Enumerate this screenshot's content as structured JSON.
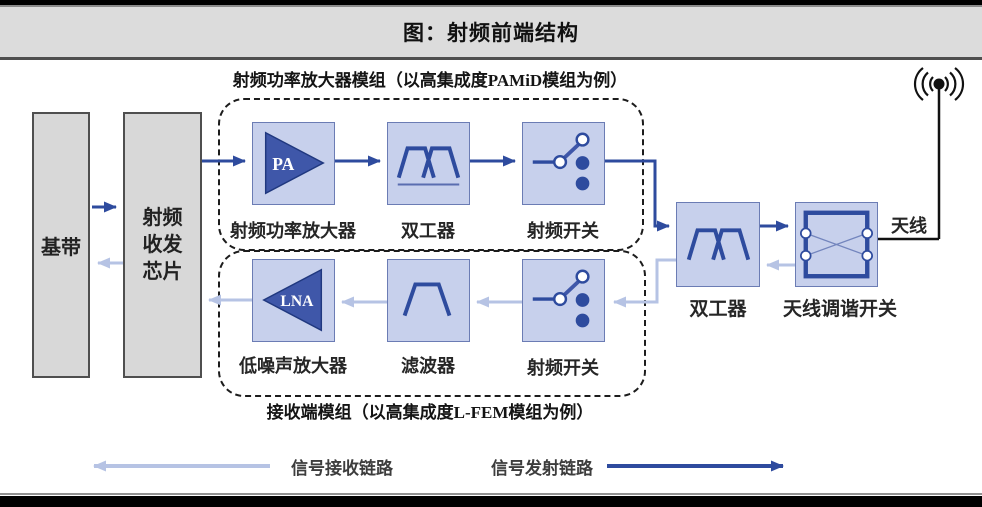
{
  "title": "图：射频前端结构",
  "modules": {
    "tx": {
      "label": "射频功率放大器模组（以高集成度PAMiD模组为例）"
    },
    "rx": {
      "label": "接收端模组（以高集成度L-FEM模组为例）"
    }
  },
  "blocks": {
    "baseband": {
      "label": "基带"
    },
    "transceiver": {
      "label": "射频收发芯片"
    },
    "pa": {
      "symbol": "PA",
      "label": "射频功率放大器"
    },
    "duplexer_tx": {
      "label": "双工器"
    },
    "switch_tx": {
      "label": "射频开关"
    },
    "lna": {
      "symbol": "LNA",
      "label": "低噪声放大器"
    },
    "filter": {
      "label": "滤波器"
    },
    "switch_rx": {
      "label": "射频开关"
    },
    "duplexer_ant": {
      "label": "双工器"
    },
    "antenna_tuner": {
      "label": "天线调谐开关"
    },
    "antenna": {
      "label": "天线"
    }
  },
  "legend": {
    "rx_label": "信号接收链路",
    "tx_label": "信号发射链路"
  },
  "icons": {
    "antenna": "antenna-broadcast-icon",
    "switch": "spdt-switch-icon",
    "duplexer": "duplexer-bandpass-icon",
    "filter": "bandpass-filter-icon",
    "pa": "amplifier-right-triangle-icon",
    "lna": "amplifier-left-triangle-icon",
    "tuner": "crossbar-switch-icon"
  },
  "colors": {
    "tx_line": "#2e4b9e",
    "rx_line": "#b6c3e4",
    "component_fill": "#c7d0ec",
    "component_border": "#6b7cb4",
    "gray_fill": "#d8d8d8",
    "title_band": "#dcdcdc"
  }
}
